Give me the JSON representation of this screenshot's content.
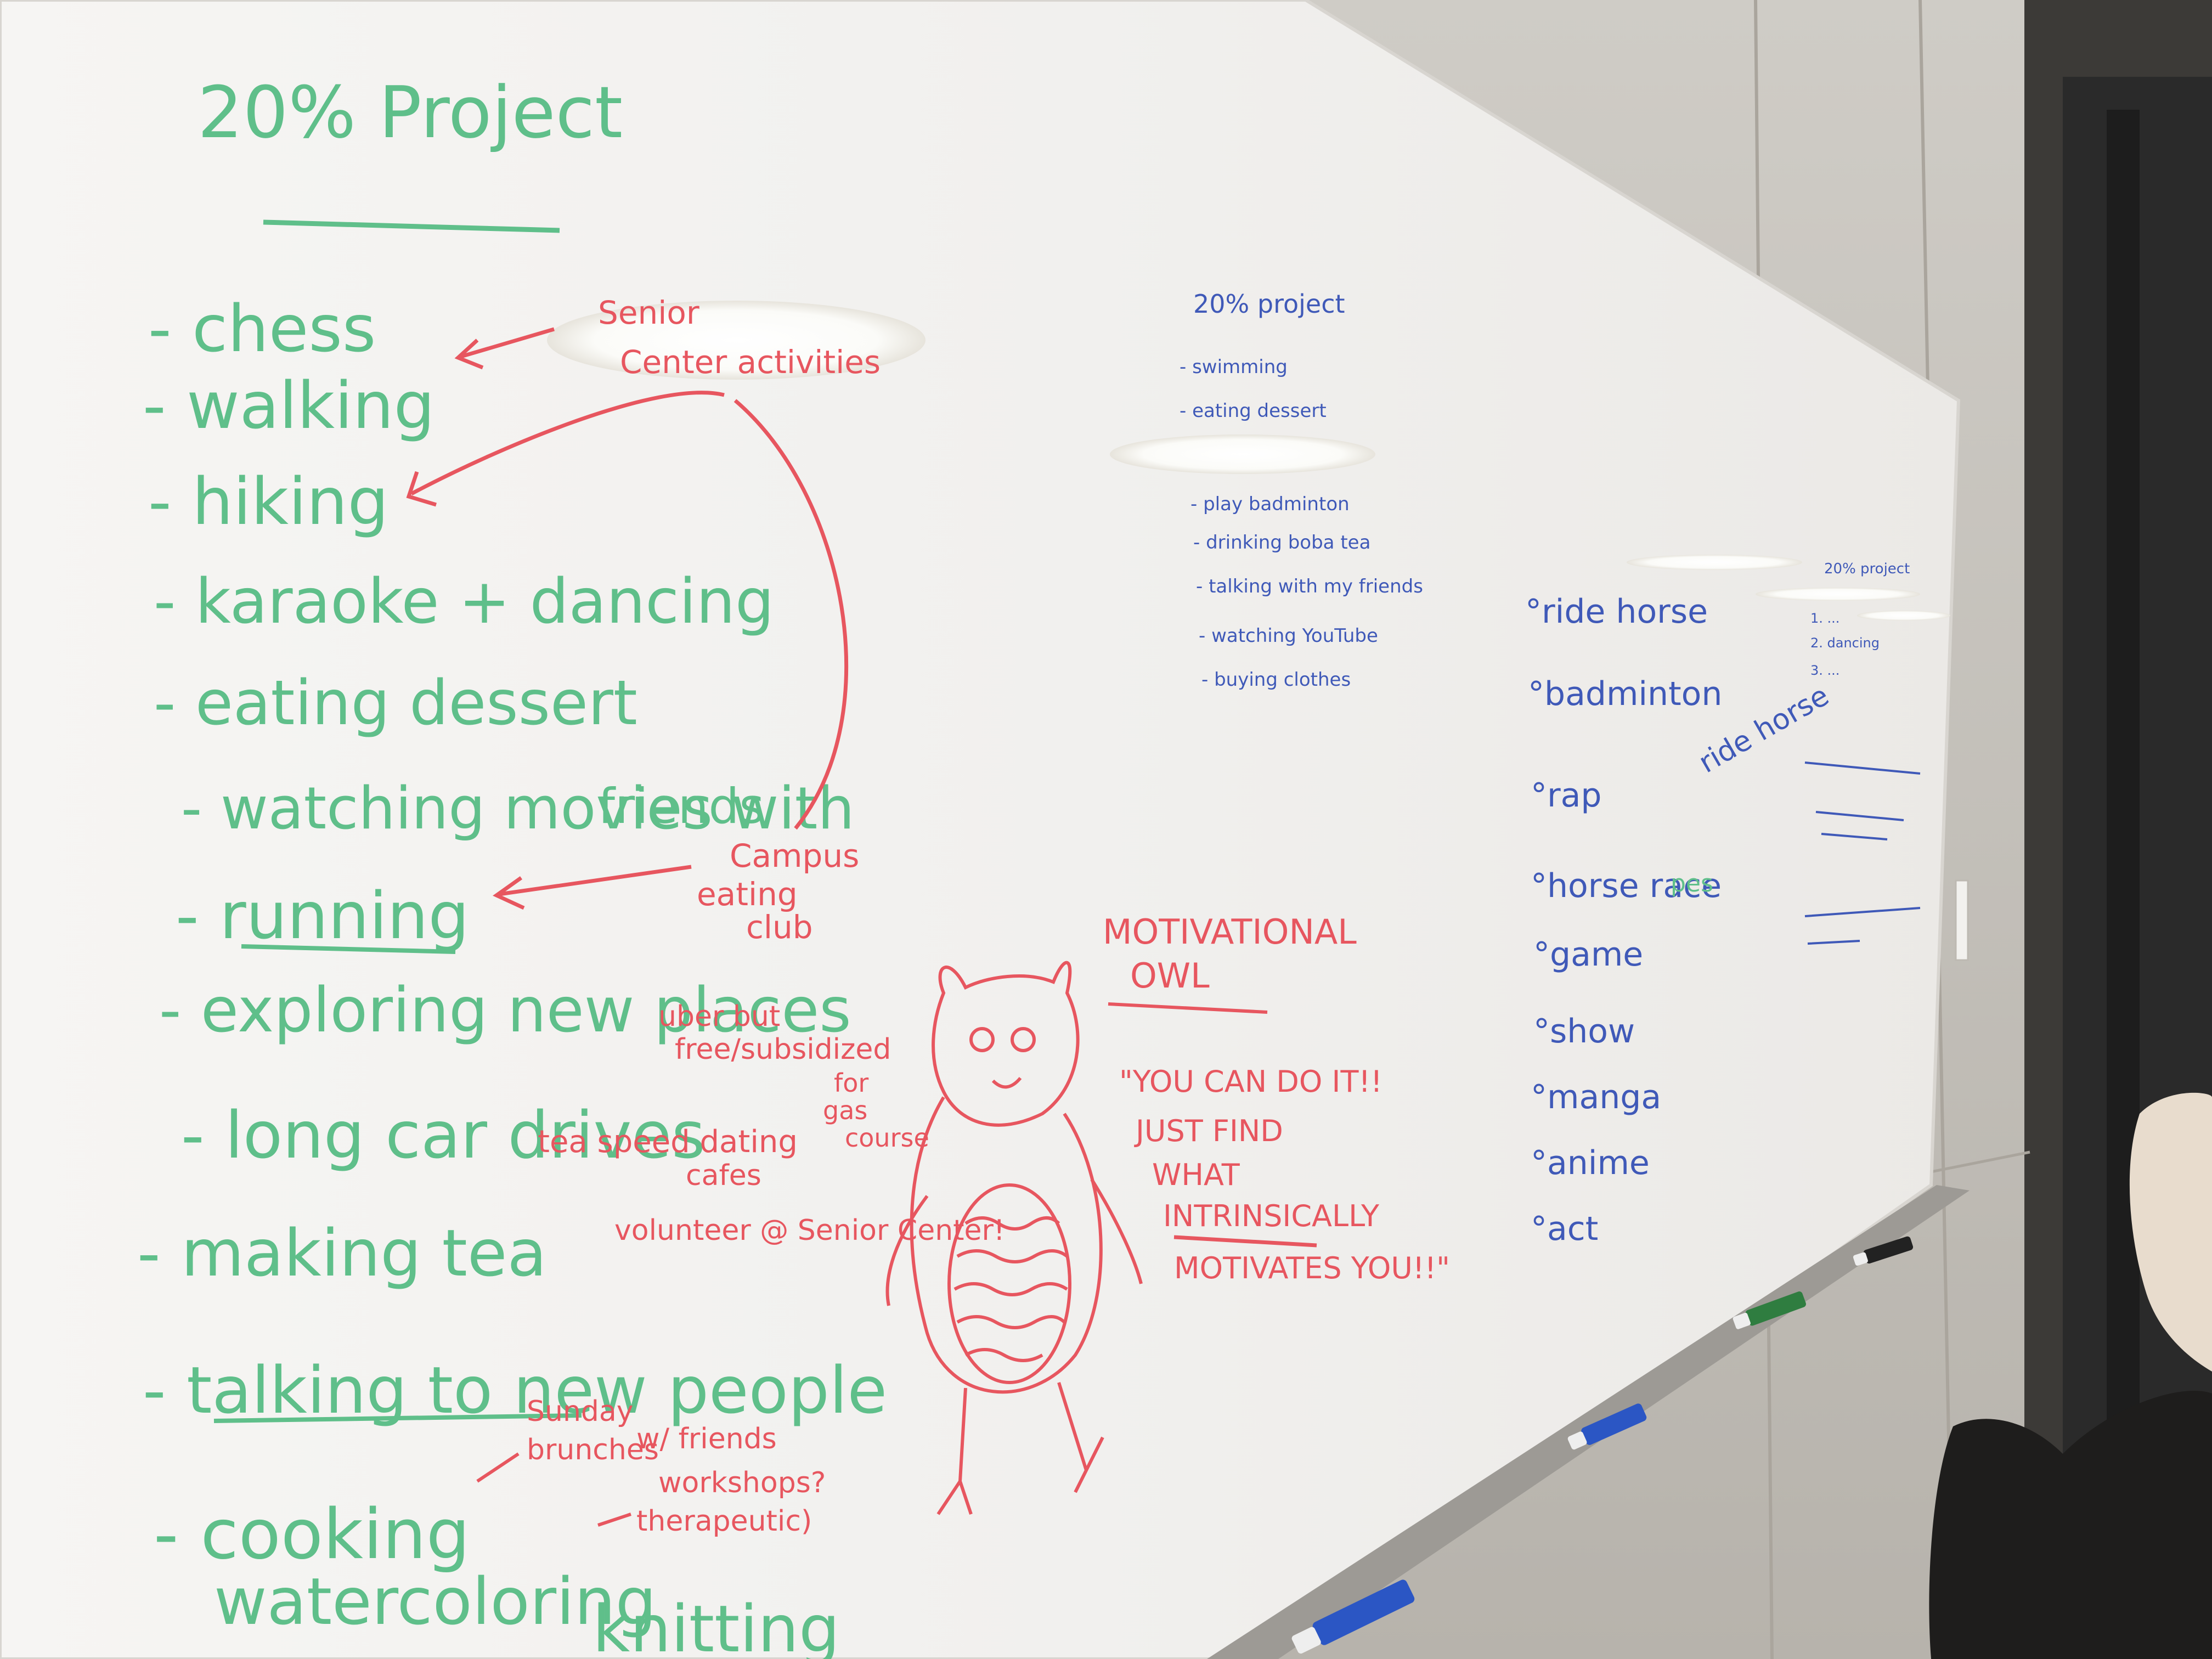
{
  "colors": {
    "board": "#f4f3f1",
    "wall": "#c9c5be",
    "green_marker": "#5fbf8a",
    "red_marker": "#e7565f",
    "blue_marker": "#3f59b8"
  },
  "left_list": {
    "title": "20% Project",
    "items": [
      "- chess",
      "- walking",
      "- hiking",
      "- karaoke + dancing",
      "- eating dessert",
      "- watching movies with",
      "friends",
      "- running",
      "- exploring new places",
      "- long car drives",
      "- making tea",
      "- talking to new people",
      "- cooking",
      "watercoloring",
      "knitting"
    ]
  },
  "red_notes": {
    "senior_center": [
      "Senior",
      "Center activities"
    ],
    "campus_club": [
      "Campus",
      "eating",
      "club"
    ],
    "uber": [
      "uber but",
      "free/subsidized",
      "for",
      "gas",
      "course"
    ],
    "tea_speed_dating": [
      "tea speed dating",
      "cafes"
    ],
    "volunteer": "volunteer @ Senior Center!",
    "sunday_brunches": [
      "Sunday",
      "brunches",
      "w/ friends"
    ],
    "workshops": [
      "workshops?",
      "therapeutic)"
    ]
  },
  "owl": {
    "title_line1": "MOTIVATIONAL",
    "title_line2": "OWL",
    "quote_lines": [
      "\"YOU CAN DO IT!!",
      "JUST FIND",
      "WHAT",
      "INTRINSICALLY",
      "MOTIVATES YOU!!\""
    ]
  },
  "middle_list": {
    "title": "20% project",
    "items": [
      "- swimming",
      "- eating dessert",
      "- play badminton",
      "- drinking boba tea",
      "- talking with my friends",
      "- watching YouTube",
      "- buying clothes"
    ]
  },
  "right_list": {
    "items": [
      "°ride horse",
      "°badminton",
      "°rap",
      "°horse race",
      "°game",
      "°show",
      "°manga",
      "°anime",
      "°act"
    ],
    "extra_ride_horse": "ride horse",
    "extra_pes": "pes"
  },
  "far_right_notes": {
    "title": "20% project",
    "lines": [
      "1. ...",
      "2. dancing",
      "3. ..."
    ]
  }
}
